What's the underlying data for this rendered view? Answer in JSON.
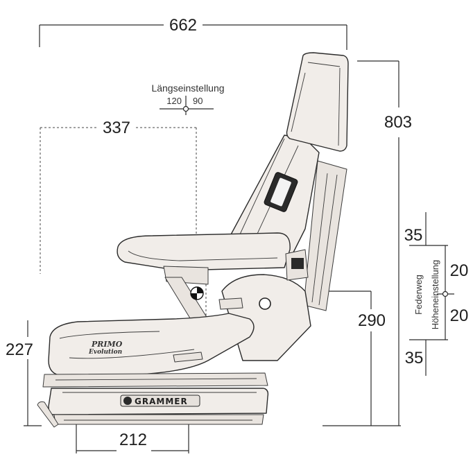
{
  "dimensions": {
    "total_width": "662",
    "total_height": "803",
    "seat_depth": "337",
    "base_height": "227",
    "pivot_height": "290",
    "base_width": "212",
    "top_travel": "35",
    "bottom_travel": "35",
    "height_up": "20",
    "height_down": "20"
  },
  "labels": {
    "longitudinal_title": "Längseinstellung",
    "longitudinal_forward": "120",
    "longitudinal_back": "90",
    "suspension_travel": "Federweg",
    "height_adjustment": "Höheneinstellung"
  },
  "branding": {
    "model_name": "PRIMO",
    "model_sub": "Evolution",
    "manufacturer": "GRAMMER"
  },
  "icons": {
    "center_mark": "center-of-gravity-icon",
    "cross_mark": "crosshair-icon",
    "adjust_knob": "adjustment-knob-icon"
  }
}
